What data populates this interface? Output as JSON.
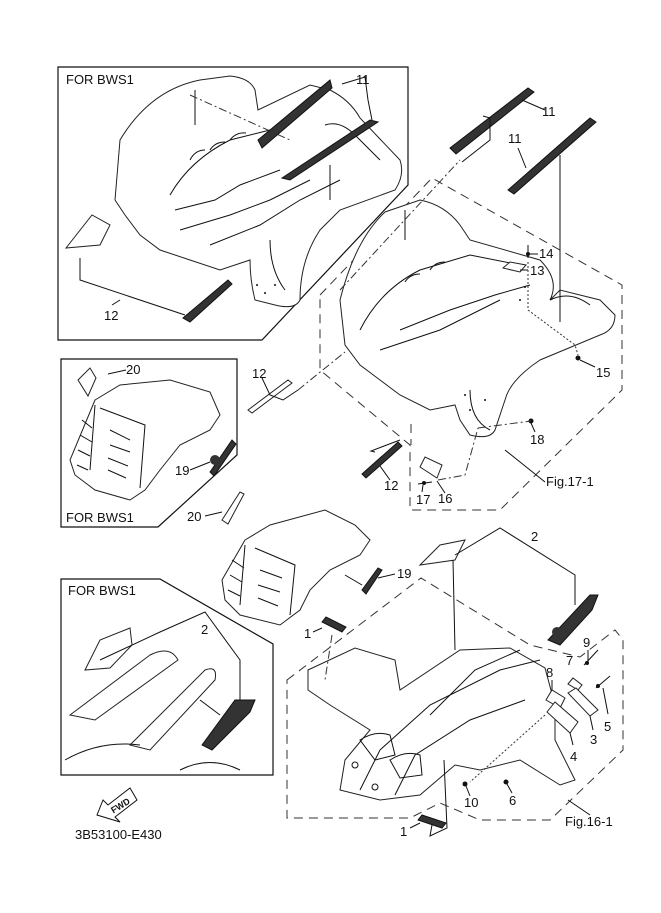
{
  "diagram": {
    "diagram_code": "3B53100-E430",
    "fwd_label": "FWD",
    "insets": [
      {
        "id": "inset-top",
        "title": "FOR BWS1"
      },
      {
        "id": "inset-mid",
        "title": "FOR BWS1"
      },
      {
        "id": "inset-bottom",
        "title": "FOR BWS1"
      }
    ],
    "figure_refs": {
      "rear": "Fig.17-1",
      "front": "Fig.16-1"
    },
    "callouts": {
      "inset_top_11": "11",
      "inset_top_12": "12",
      "rear_11a": "11",
      "rear_11b": "11",
      "rear_12a": "12",
      "rear_12b": "12",
      "rear_13": "13",
      "rear_14": "14",
      "rear_15": "15",
      "rear_16": "16",
      "rear_17": "17",
      "rear_18": "18",
      "inset_mid_20": "20",
      "inset_mid_19": "19",
      "mid_20": "20",
      "mid_19": "19",
      "inset_bottom_2": "2",
      "front_2": "2",
      "front_1a": "1",
      "front_1b": "1",
      "front_3": "3",
      "front_4": "4",
      "front_5": "5",
      "front_6": "6",
      "front_7": "7",
      "front_8": "8",
      "front_9": "9",
      "front_10": "10"
    }
  }
}
